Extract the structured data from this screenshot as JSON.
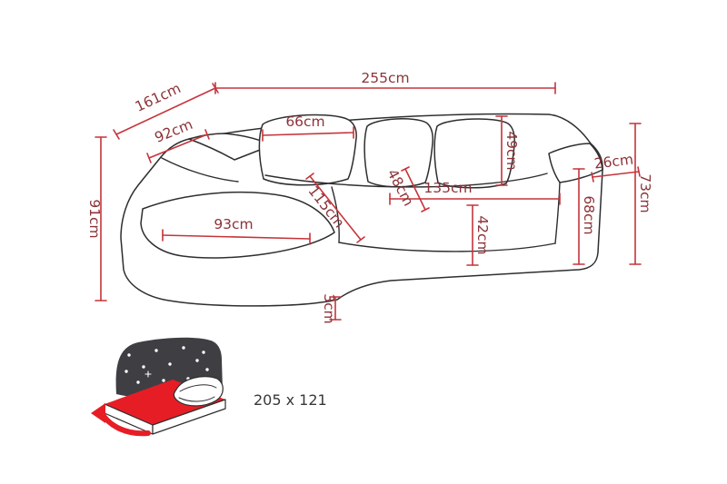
{
  "dims": {
    "total_width": "255cm",
    "total_depth": "161cm",
    "left_height": "91cm",
    "arm_left": "92cm",
    "cushion_width": "66cm",
    "cushion_height": "49cm",
    "arm_right": "26cm",
    "height_right": "73cm",
    "inner_height": "68cm",
    "seat_width": "135cm",
    "seat_diag": "48cm",
    "chaise_diag": "115cm",
    "chaise_length": "93cm",
    "seat_height": "42cm",
    "leg_height": "3cm"
  },
  "sleeping": {
    "label": "205 x 121"
  },
  "icons": {
    "sofa_bed": "sofa-bed-fold-out-icon",
    "arrow": "fold-out-arrow-icon"
  },
  "colors": {
    "line_red": "#c5343a",
    "label_red": "#8c3338",
    "outline": "#2e2e30",
    "icon_red": "#e71d25",
    "icon_dark": "#3f3e43",
    "label_dark": "#38383a",
    "bg": "#ffffff"
  }
}
